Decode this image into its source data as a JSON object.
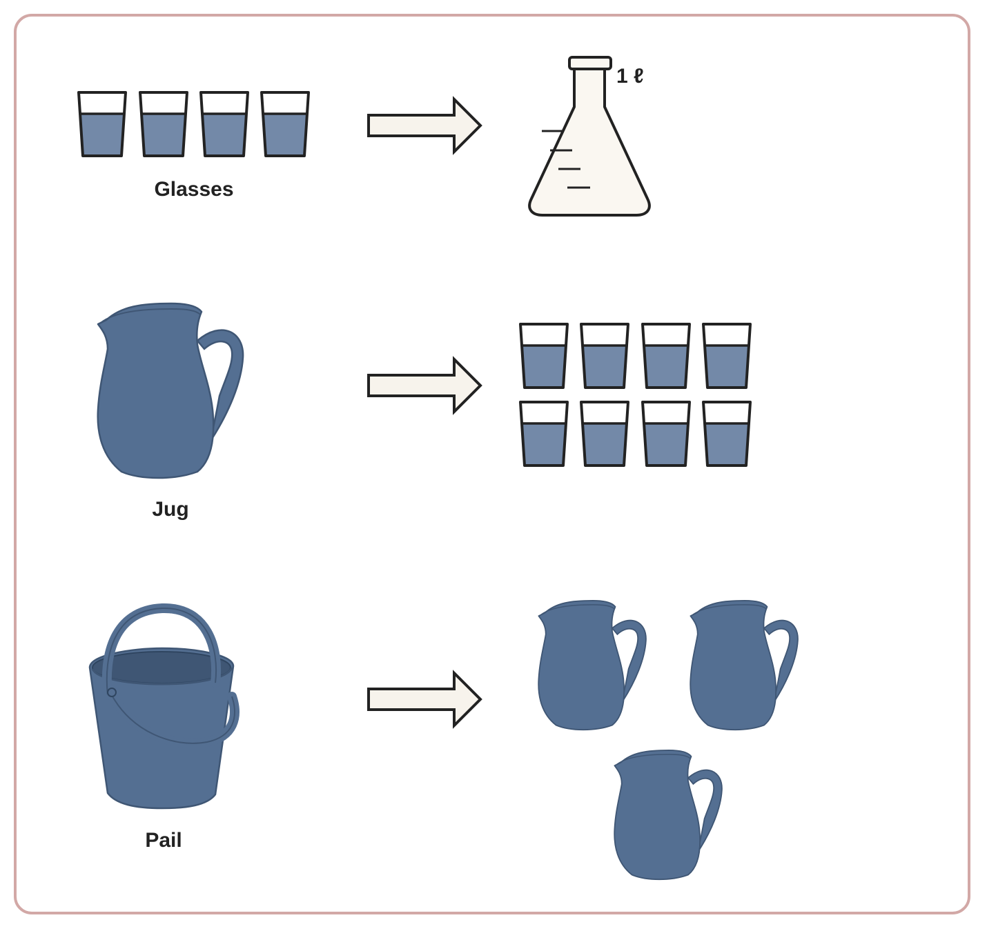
{
  "labels": {
    "glasses": "Glasses",
    "jug": "Jug",
    "pail": "Pail"
  },
  "flask_volume": "1 ℓ",
  "rows": [
    {
      "source": "Glasses",
      "source_count": 4,
      "equals": "flask",
      "equals_count": 1
    },
    {
      "source": "Jug",
      "source_count": 1,
      "equals": "glass",
      "equals_count": 8
    },
    {
      "source": "Pail",
      "source_count": 1,
      "equals": "jug",
      "equals_count": 3
    }
  ],
  "colors": {
    "border": "#d2a8a6",
    "water": "#7389a8",
    "vessel": "#546f92",
    "vessel_dark": "#3f5674",
    "arrow_fill": "#f7f3ec",
    "flask_fill": "#faf7f1",
    "outline": "#222222"
  }
}
